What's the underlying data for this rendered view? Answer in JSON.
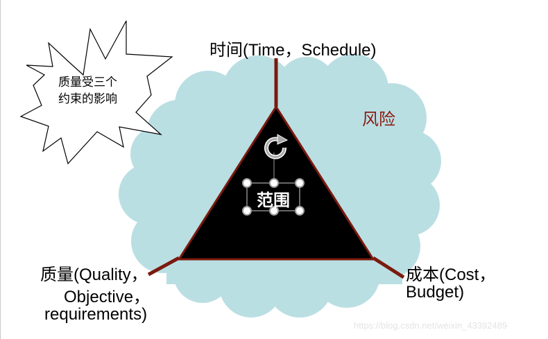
{
  "star_callout": {
    "line1": "质量受三个",
    "line2": "约束的影响"
  },
  "top_label": "时间(Time，Schedule)",
  "risk_label": "风险",
  "center_label": "范围",
  "left_label": {
    "line1": "质量(Quality，",
    "line2": "Objective，",
    "line3": "requirements)"
  },
  "right_label": {
    "line1": "成本(Cost，",
    "line2": "Budget)"
  },
  "watermark": "https://blog.csdn.net/weixin_43392489",
  "colors": {
    "cloud": "#badfe3",
    "edge": "#7b1a0e",
    "risk": "#8b1a10",
    "triangle": "#000000"
  }
}
